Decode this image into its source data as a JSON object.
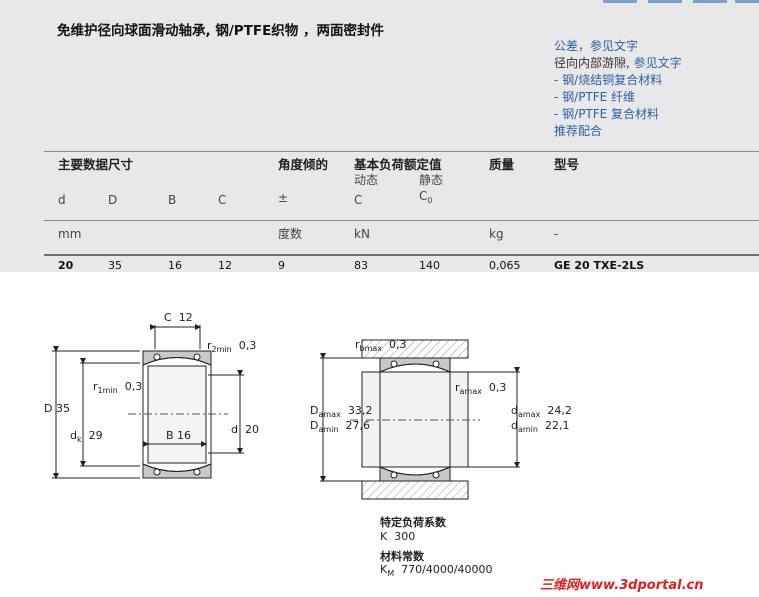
{
  "title": "免维护径向球面滑动轴承, 钢/PTFE织物 ，两面密封件",
  "links": {
    "tolerance": "公差",
    "tolerance_ref": "，参见文字",
    "clearance_label": "径向内部游隙,",
    "clearance_ref": "参见文字",
    "material1": "- 钢/烧结铜复合材料",
    "material2": "- 钢/PTFE 纤维",
    "material3": "- 钢/PTFE 复合材料",
    "fits": "推荐配合"
  },
  "table": {
    "headers": {
      "dimensions": "主要数据尺寸",
      "tilt": "角度倾的",
      "load": "基本负荷额定值",
      "dynamic": "动态",
      "static": "静态",
      "mass": "质量",
      "designation": "型号"
    },
    "symbols": {
      "d": "d",
      "D": "D",
      "B": "B",
      "C": "C",
      "pm": "±",
      "Cdyn": "C",
      "C0": "C",
      "C0sub": "0"
    },
    "units": {
      "mm": "mm",
      "deg": "度数",
      "kN": "kN",
      "kg": "kg",
      "dash": "-"
    },
    "row": {
      "d": "20",
      "D": "35",
      "B": "16",
      "C": "12",
      "alpha": "9",
      "C_dyn": "83",
      "C0": "140",
      "mass": "0,065",
      "designation": "GE 20 TXE-2LS"
    }
  },
  "drawing": {
    "left": {
      "C": "C",
      "C_val": "12",
      "r2": "r",
      "r2_sub": "2min",
      "r2_val": "0,3",
      "r1": "r",
      "r1_sub": "1min",
      "r1_val": "0,3",
      "D": "D",
      "D_val": "35",
      "dk": "d",
      "dk_sub": "k",
      "dk_val": "29",
      "B": "B",
      "B_val": "16",
      "d": "d",
      "d_val": "20"
    },
    "right": {
      "rb": "r",
      "rb_sub": "bmax",
      "rb_val": "0,3",
      "ra": "r",
      "ra_sub": "amax",
      "ra_val": "0,3",
      "Da1": "D",
      "Da1_sub": "amax",
      "Da1_val": "33,2",
      "Da2": "D",
      "Da2_sub": "amin",
      "Da2_val": "27,6",
      "da1": "d",
      "da1_sub": "amax",
      "da1_val": "24,2",
      "da2": "d",
      "da2_sub": "amin",
      "da2_val": "22,1"
    },
    "calc": {
      "factor_label": "特定负荷系数",
      "K": "K",
      "K_val": "300",
      "const_label": "材料常数",
      "KM": "K",
      "KM_sub": "M",
      "KM_val": "770/4000/40000"
    }
  },
  "watermark": "三维网www.3dportal.cn"
}
